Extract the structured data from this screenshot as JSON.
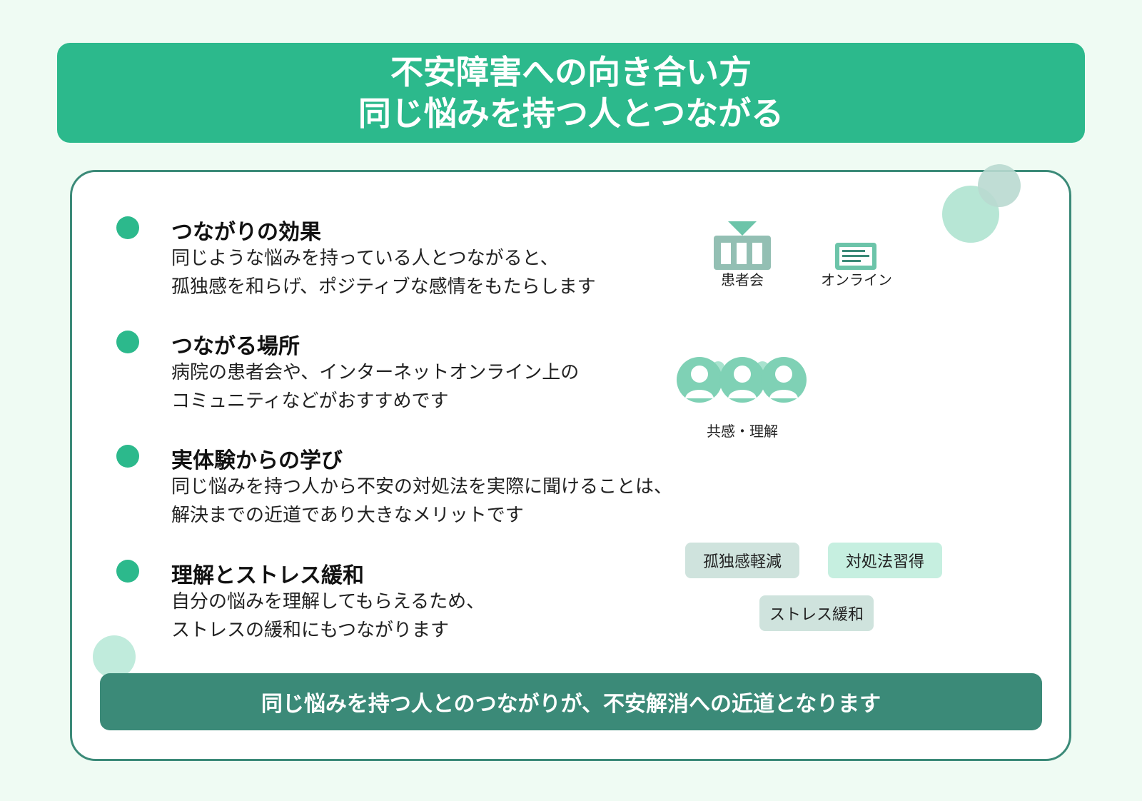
{
  "title": {
    "line1": "不安障害への向き合い方",
    "line2": "同じ悩みを持つ人とつながる"
  },
  "points": [
    {
      "heading": "つながりの効果",
      "body": [
        "同じような悩みを持っている人とつながると、",
        "孤独感を和らげ、ポジティブな感情をもたらします"
      ]
    },
    {
      "heading": "つながる場所",
      "body": [
        "病院の患者会や、インターネットオンライン上の",
        "コミュニティなどがおすすめです"
      ]
    },
    {
      "heading": "実体験からの学び",
      "body": [
        "同じ悩みを持つ人から不安の対処法を実際に聞けることは、",
        "解決までの近道であり大きなメリットです"
      ]
    },
    {
      "heading": "理解とストレス緩和",
      "body": [
        "自分の悩みを理解してもらえるため、",
        "ストレスの緩和にもつながります"
      ]
    }
  ],
  "icons": {
    "patient_group": {
      "label": "患者会",
      "icon": "building-icon"
    },
    "online": {
      "label": "オンライン",
      "icon": "monitor-icon"
    },
    "empathy": {
      "label": "共感・理解",
      "icon": "people-heart-icon"
    }
  },
  "tags": [
    "孤独感軽減",
    "対処法習得",
    "ストレス緩和"
  ],
  "footer": "同じ悩みを持つ人とのつながりが、不安解消への近道となります",
  "colors": {
    "background": "#effbf3",
    "primary": "#2cb98c",
    "dark": "#3b8a78",
    "tag_grey": "#cfe3dd",
    "tag_mint": "#c6efe0"
  }
}
